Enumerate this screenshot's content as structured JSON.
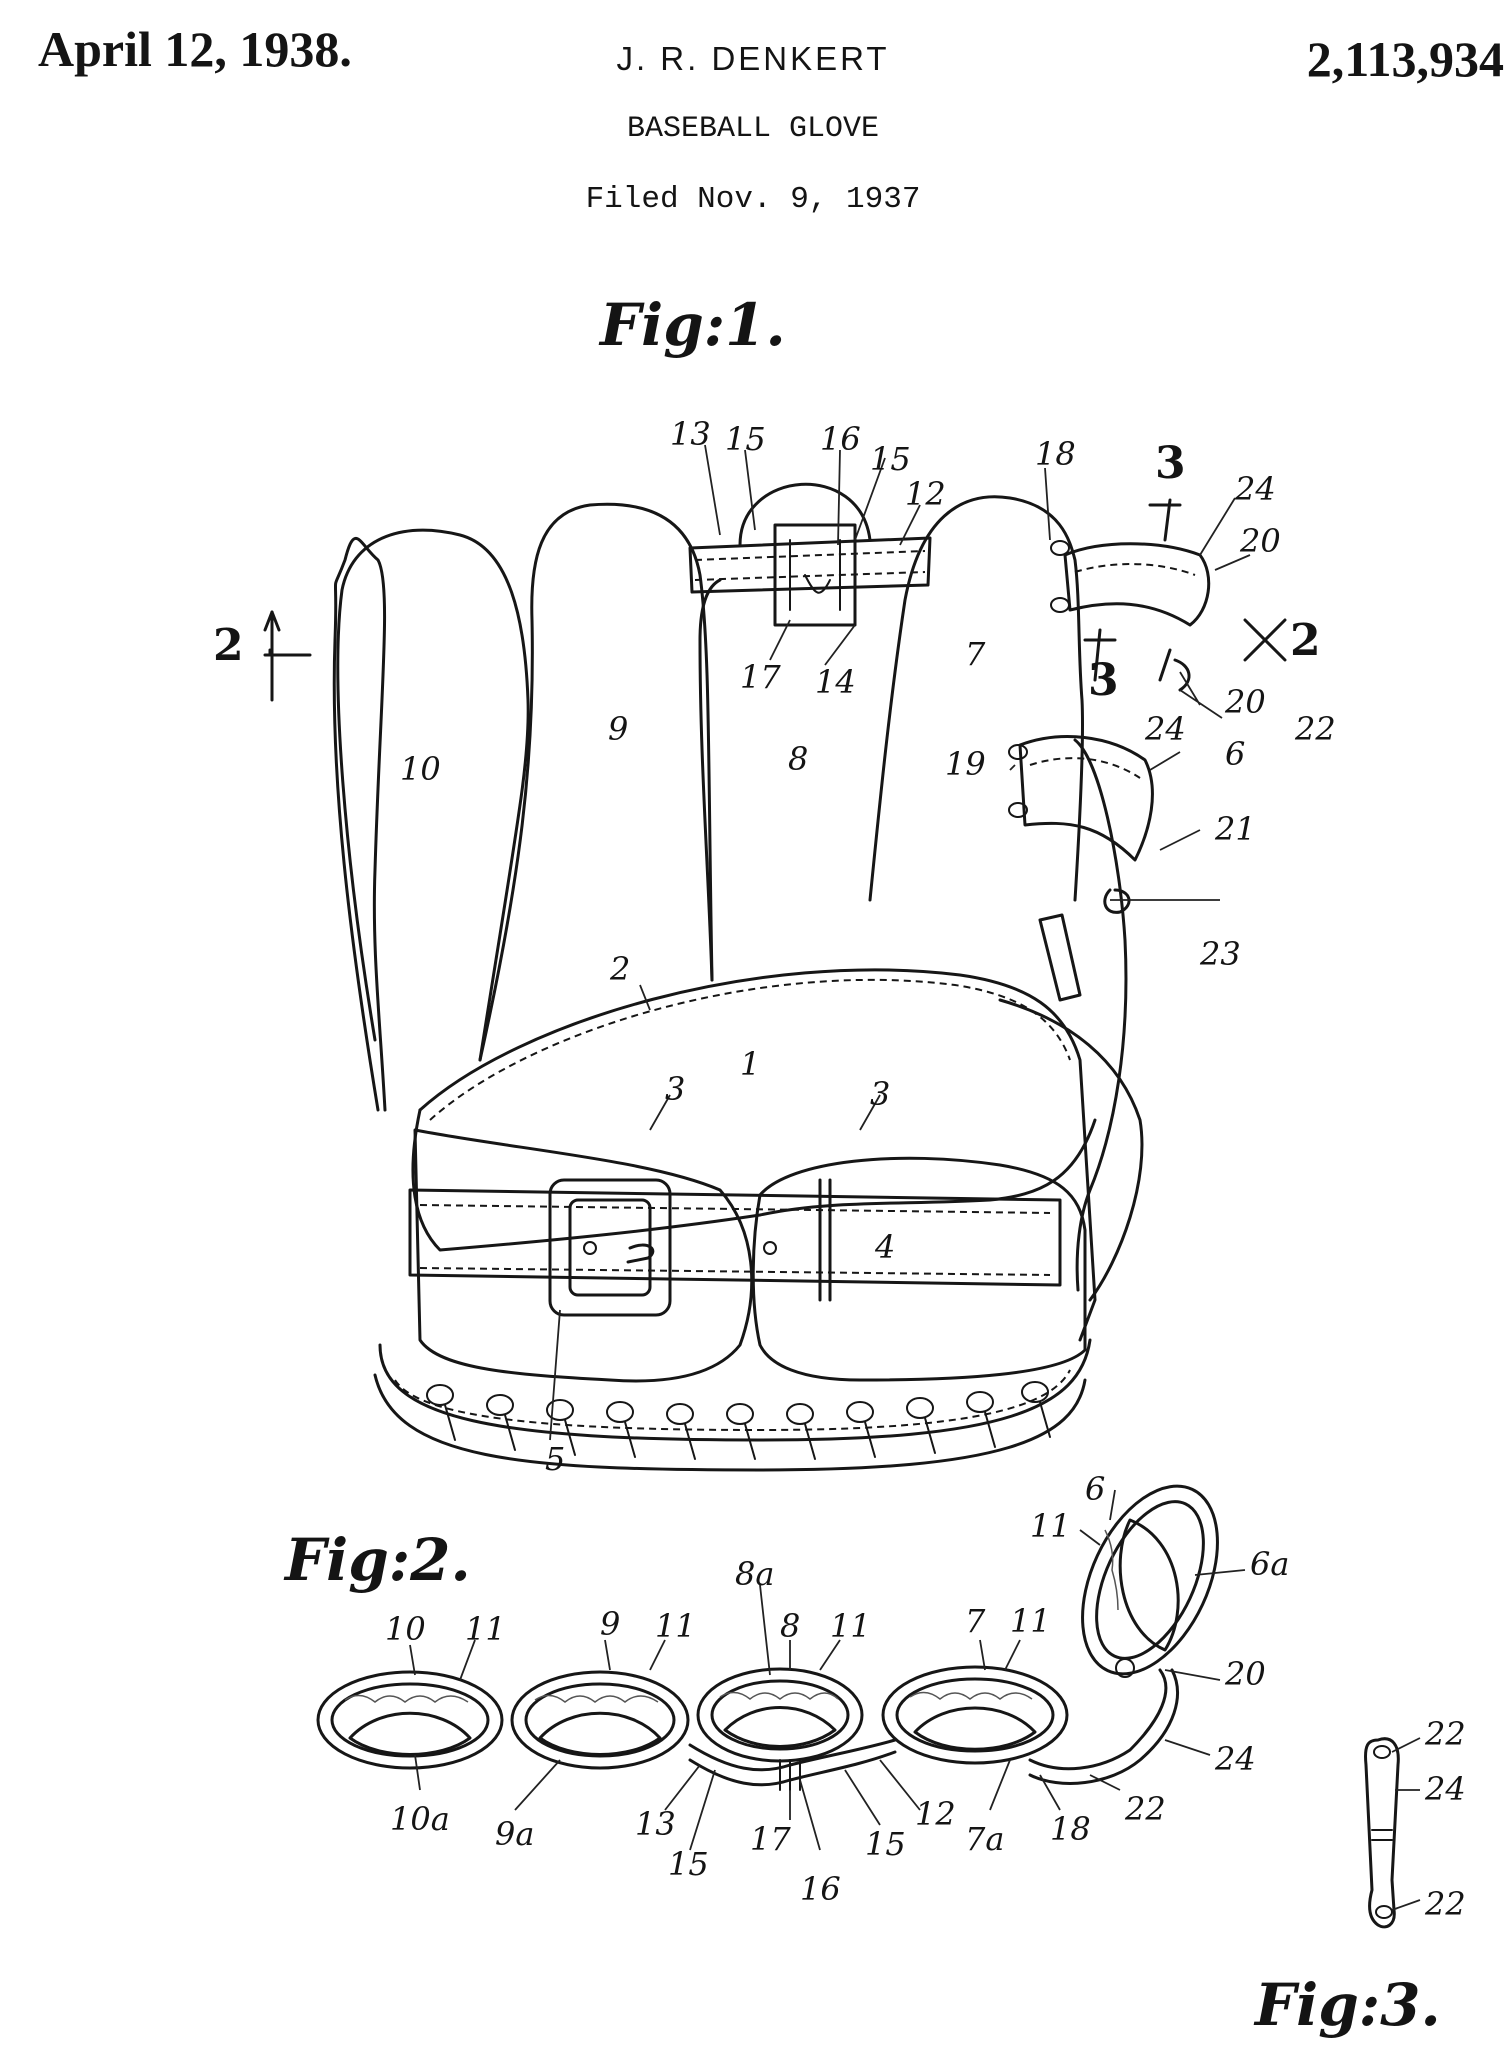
{
  "header": {
    "date": "April 12, 1938.",
    "inventor": "J. R. DENKERT",
    "title": "BASEBALL GLOVE",
    "filed": "Filed Nov. 9, 1937",
    "patent_number": "2,113,934"
  },
  "figures": {
    "fig1_caption": "Fig:1.",
    "fig2_caption": "Fig:2.",
    "fig3_caption": "Fig:3."
  },
  "fig1_refs": {
    "r13": "13",
    "r15a": "15",
    "r16": "16",
    "r15b": "15",
    "r12": "12",
    "r18": "18",
    "r3top": "3",
    "r24a": "24",
    "r20a": "20",
    "r2left": "2",
    "r2right": "2",
    "r17": "17",
    "r14": "14",
    "r7": "7",
    "r9": "9",
    "r10": "10",
    "r8": "8",
    "r3mid": "3",
    "r20b": "20",
    "r22": "22",
    "r19": "19",
    "r24b": "24",
    "r6": "6",
    "r21": "21",
    "r23": "23",
    "rr2": "2",
    "rr1": "1",
    "rr3a": "3",
    "rr3b": "3",
    "rr4": "4",
    "rr5": "5"
  },
  "fig2_refs": {
    "r6": "6",
    "r11a": "11",
    "r6a": "6a",
    "r8a": "8a",
    "r10": "10",
    "r11b": "11",
    "r9": "9",
    "r11c": "11",
    "r8": "8",
    "r11d": "11",
    "r7": "7",
    "r11e": "11",
    "r20": "20",
    "r24": "24",
    "r22": "22",
    "r10a": "10a",
    "r9a": "9a",
    "r13": "13",
    "r15a": "15",
    "r17": "17",
    "r16": "16",
    "r15b": "15",
    "r12": "12",
    "r7a": "7a",
    "r18": "18"
  },
  "fig3_refs": {
    "r22a": "22",
    "r24": "24",
    "r22b": "22"
  }
}
